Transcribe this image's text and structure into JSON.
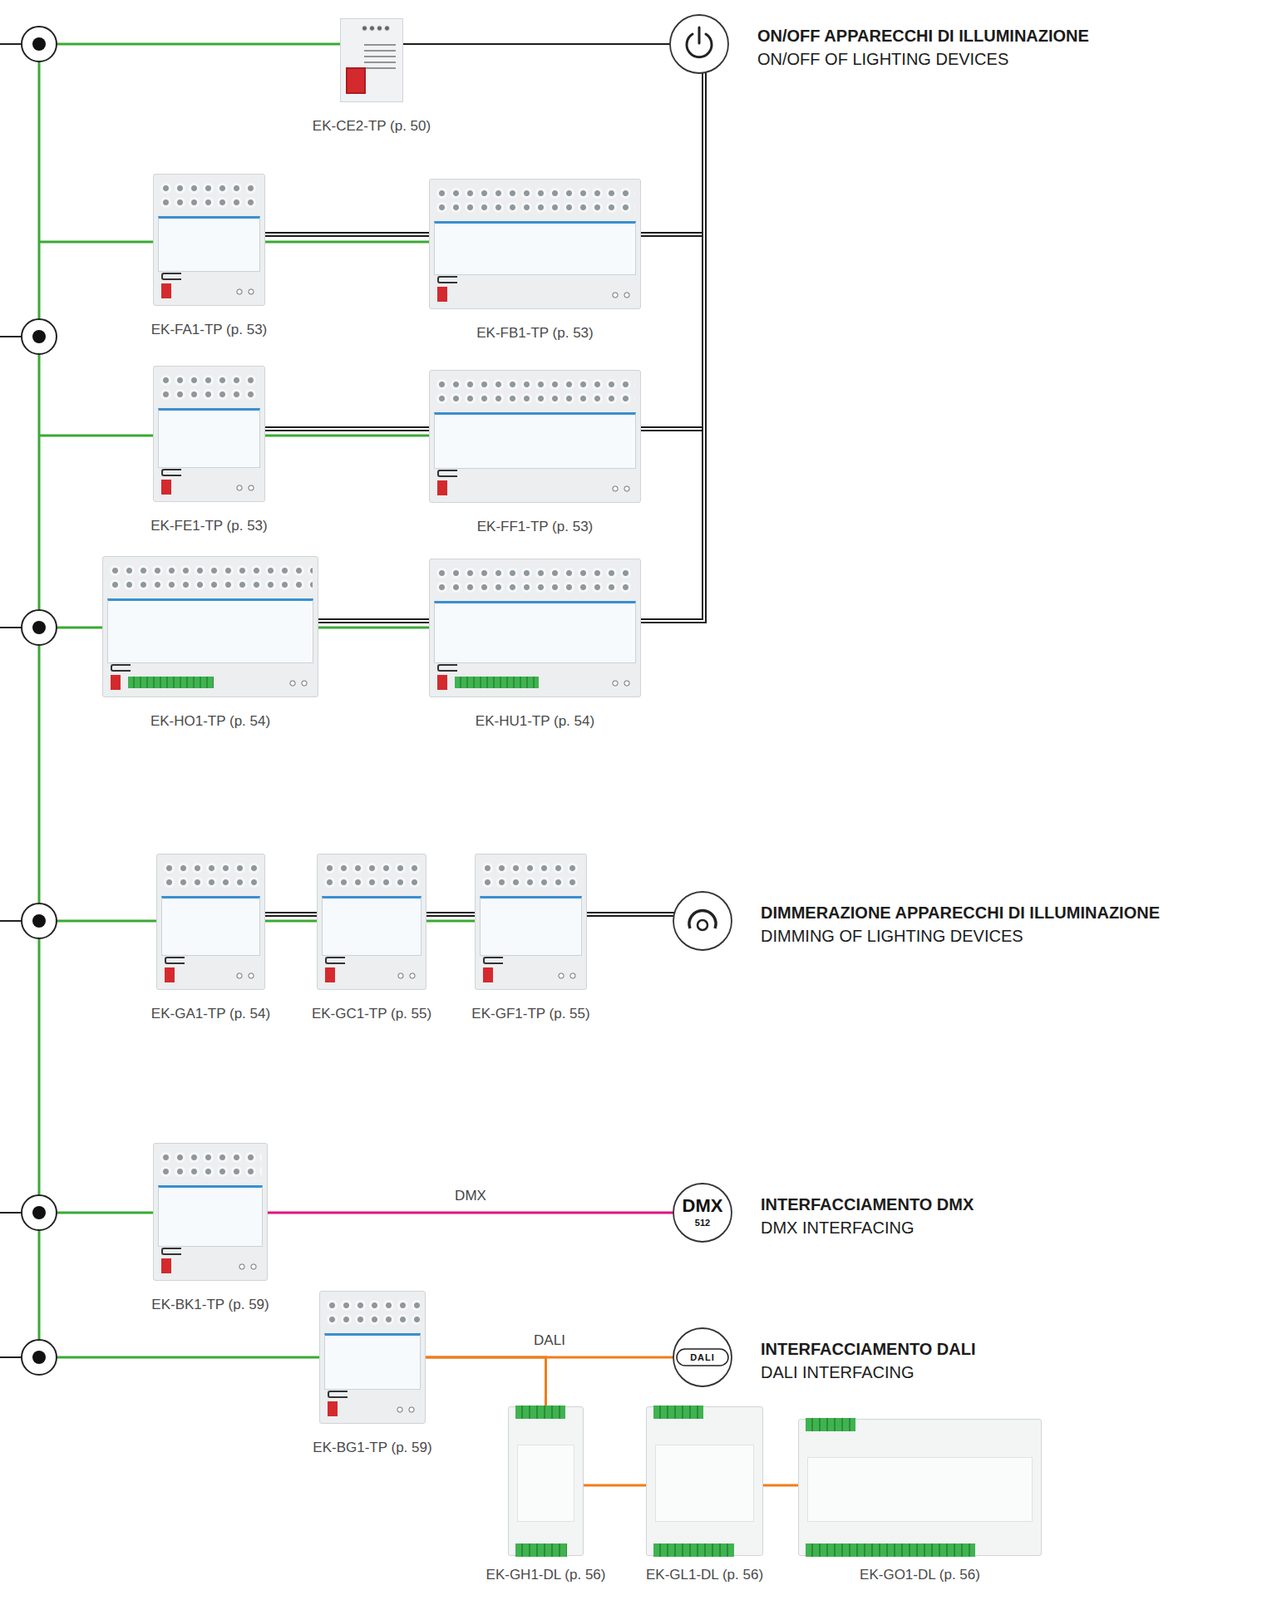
{
  "diagram": {
    "nodes": [
      {
        "text": [
          "EK-CE2-TP (p. 50)"
        ]
      },
      {
        "text": [
          "ON/OFF APPARECCHI DI ILLUMINAZIONE",
          "ON/OFF OF LIGHTING DEVICES"
        ]
      },
      {
        "text": [
          "EK-FA1-TP (p. 53)"
        ]
      },
      {
        "text": [
          "EK-FB1-TP (p. 53)"
        ]
      },
      {
        "text": [
          "EK-FE1-TP (p. 53)"
        ]
      },
      {
        "text": [
          "EK-FF1-TP (p. 53)"
        ]
      },
      {
        "text": [
          "EK-HO1-TP (p. 54)"
        ]
      },
      {
        "text": [
          "EK-HU1-TP (p. 54)"
        ]
      },
      {
        "text": [
          "EK-GA1-TP (p. 54)"
        ]
      },
      {
        "text": [
          "EK-GC1-TP (p. 55)"
        ]
      },
      {
        "text": [
          "EK-GF1-TP (p. 55)"
        ]
      },
      {
        "text": [
          "DIMMERAZIONE APPARECCHI DI ILLUMINAZIONE",
          "DIMMING OF LIGHTING DEVICES"
        ]
      },
      {
        "text": [
          "EK-BK1-TP (p. 59)"
        ]
      },
      {
        "text": [
          "DMX",
          "512",
          "INTERFACCIAMENTO DMX",
          "DMX INTERFACING"
        ]
      },
      {
        "text": [
          "EK-BG1-TP (p. 59)"
        ]
      },
      {
        "text": [
          "DALI",
          "INTERFACCIAMENTO DALI",
          "DALI INTERFACING"
        ]
      },
      {
        "text": [
          "EK-GH1-DL (p. 56)"
        ]
      },
      {
        "text": [
          "EK-GL1-DL (p. 56)"
        ]
      },
      {
        "text": [
          "EK-GO1-DL (p. 56)"
        ]
      }
    ],
    "edges": [
      {
        "from": 0,
        "to": 1,
        "arrow": "none"
      },
      {
        "from": 2,
        "to": 3,
        "arrow": "none"
      },
      {
        "from": 3,
        "to": 1,
        "arrow": "none"
      },
      {
        "from": 4,
        "to": 5,
        "arrow": "none"
      },
      {
        "from": 5,
        "to": 1,
        "arrow": "none"
      },
      {
        "from": 6,
        "to": 7,
        "arrow": "none"
      },
      {
        "from": 7,
        "to": 1,
        "arrow": "none"
      },
      {
        "from": 8,
        "to": 9,
        "arrow": "none"
      },
      {
        "from": 9,
        "to": 10,
        "arrow": "none"
      },
      {
        "from": 10,
        "to": 11,
        "arrow": "none"
      },
      {
        "from": 12,
        "to": 13,
        "label": "DMX",
        "arrow": "none"
      },
      {
        "from": 14,
        "to": 15,
        "label": "DALI",
        "arrow": "none"
      },
      {
        "from": 14,
        "to": 16,
        "arrow": "none"
      },
      {
        "from": 16,
        "to": 17,
        "arrow": "none"
      },
      {
        "from": 17,
        "to": 18,
        "arrow": "none"
      }
    ]
  }
}
